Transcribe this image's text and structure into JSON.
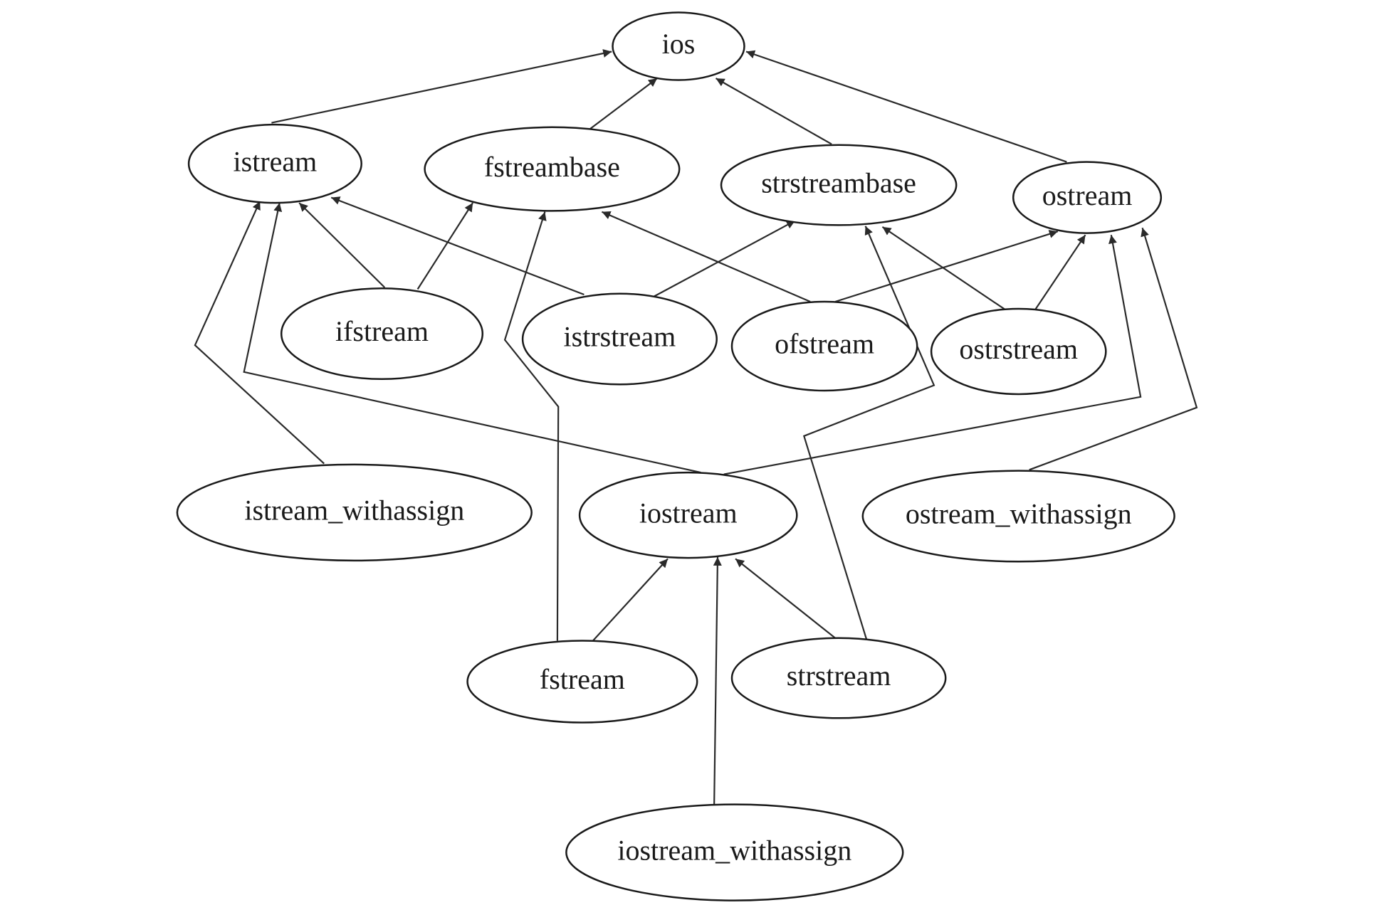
{
  "diagram": {
    "type": "class-inheritance",
    "colors": {
      "stroke": "#1a1a1a",
      "text": "#1a1a1a",
      "background": "#ffffff"
    },
    "nodes": [
      {
        "id": "ios",
        "label": "ios"
      },
      {
        "id": "istream",
        "label": "istream"
      },
      {
        "id": "fstreambase",
        "label": "fstreambase"
      },
      {
        "id": "strstreambase",
        "label": "strstreambase"
      },
      {
        "id": "ostream",
        "label": "ostream"
      },
      {
        "id": "ifstream",
        "label": "ifstream"
      },
      {
        "id": "istrstream",
        "label": "istrstream"
      },
      {
        "id": "ofstream",
        "label": "ofstream"
      },
      {
        "id": "ostrstream",
        "label": "ostrstream"
      },
      {
        "id": "istream_withassign",
        "label": "istream_withassign"
      },
      {
        "id": "iostream",
        "label": "iostream"
      },
      {
        "id": "ostream_withassign",
        "label": "ostream_withassign"
      },
      {
        "id": "fstream",
        "label": "fstream"
      },
      {
        "id": "strstream",
        "label": "strstream"
      },
      {
        "id": "iostream_withassign",
        "label": "iostream_withassign"
      }
    ],
    "edges": [
      {
        "from": "istream",
        "to": "ios"
      },
      {
        "from": "fstreambase",
        "to": "ios"
      },
      {
        "from": "strstreambase",
        "to": "ios"
      },
      {
        "from": "ostream",
        "to": "ios"
      },
      {
        "from": "ifstream",
        "to": "istream"
      },
      {
        "from": "ifstream",
        "to": "fstreambase"
      },
      {
        "from": "istrstream",
        "to": "istream"
      },
      {
        "from": "istrstream",
        "to": "strstreambase"
      },
      {
        "from": "ofstream",
        "to": "fstreambase"
      },
      {
        "from": "ofstream",
        "to": "ostream"
      },
      {
        "from": "ostrstream",
        "to": "strstreambase"
      },
      {
        "from": "ostrstream",
        "to": "ostream"
      },
      {
        "from": "istream_withassign",
        "to": "istream"
      },
      {
        "from": "iostream",
        "to": "istream"
      },
      {
        "from": "iostream",
        "to": "ostream"
      },
      {
        "from": "ostream_withassign",
        "to": "ostream"
      },
      {
        "from": "fstream",
        "to": "iostream"
      },
      {
        "from": "fstream",
        "to": "fstreambase"
      },
      {
        "from": "strstream",
        "to": "iostream"
      },
      {
        "from": "strstream",
        "to": "strstreambase"
      },
      {
        "from": "iostream_withassign",
        "to": "iostream"
      }
    ]
  }
}
